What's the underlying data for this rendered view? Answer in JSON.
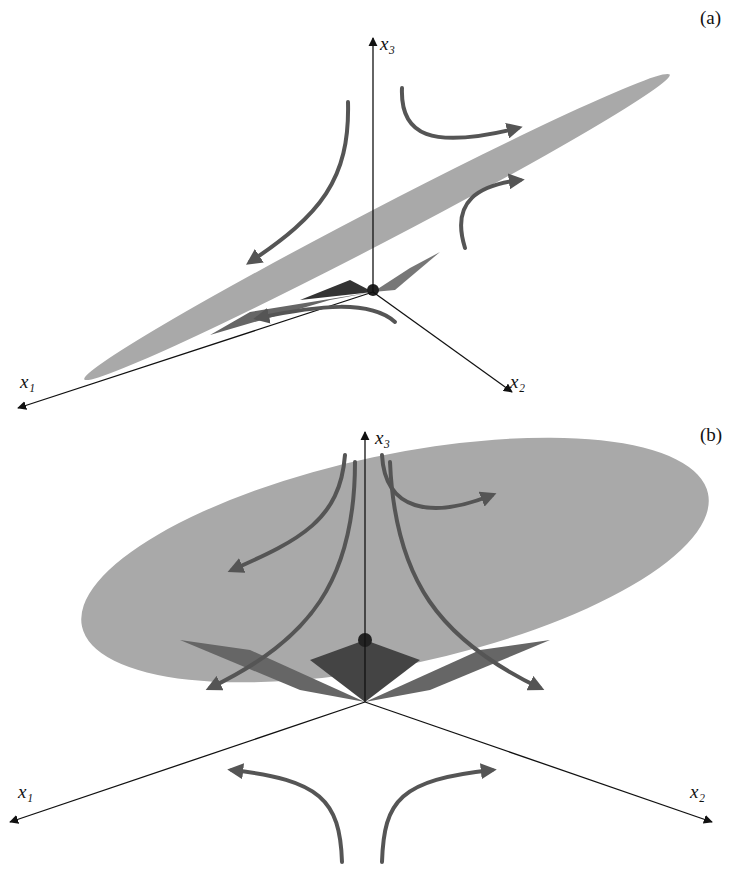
{
  "diagram": {
    "labels": [
      "(a)",
      "x₃",
      "x₂",
      "x₁",
      "(b)",
      "x₃",
      "x₁",
      "x₂"
    ]
  }
}
